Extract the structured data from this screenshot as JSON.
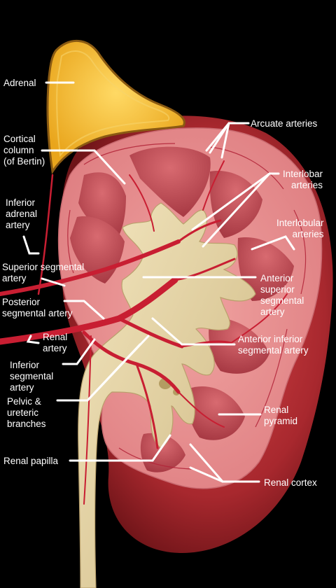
{
  "labels": {
    "adrenal": "Adrenal",
    "cortical_column": "Cortical\ncolumn\n(of Bertin)",
    "inferior_adrenal_artery": "Inferior\nadrenal\nartery",
    "superior_segmental_artery": "Superior segmental\nartery",
    "posterior_segmental_artery": "Posterior\nsegmental artery",
    "renal_artery": "Renal\nartery",
    "inferior_segmental_artery": "Inferior\nsegmental\nartery",
    "pelvic_ureteric_branches": "Pelvic &\nureteric\nbranches",
    "renal_papilla": "Renal papilla",
    "arcuate_arteries": "Arcuate arteries",
    "interlobar_arteries": "Interlobar\narteries",
    "interlobular_arteries": "Interlobular\narteries",
    "anterior_superior_segmental_artery": "Anterior\nsuperior\nsegmental\nartery",
    "anterior_inferior_segmental_artery": "Anterior inferior\nsegmental artery",
    "renal_pyramid": "Renal\npyramid",
    "renal_cortex": "Renal cortex"
  },
  "colors": {
    "background": "#000000",
    "cortex": "#e58a8a",
    "pyramid": "#c0525a",
    "pelvis": "#e9d8a8",
    "artery": "#c81e32",
    "adrenal": "#f0b830",
    "leader": "#ffffff"
  }
}
